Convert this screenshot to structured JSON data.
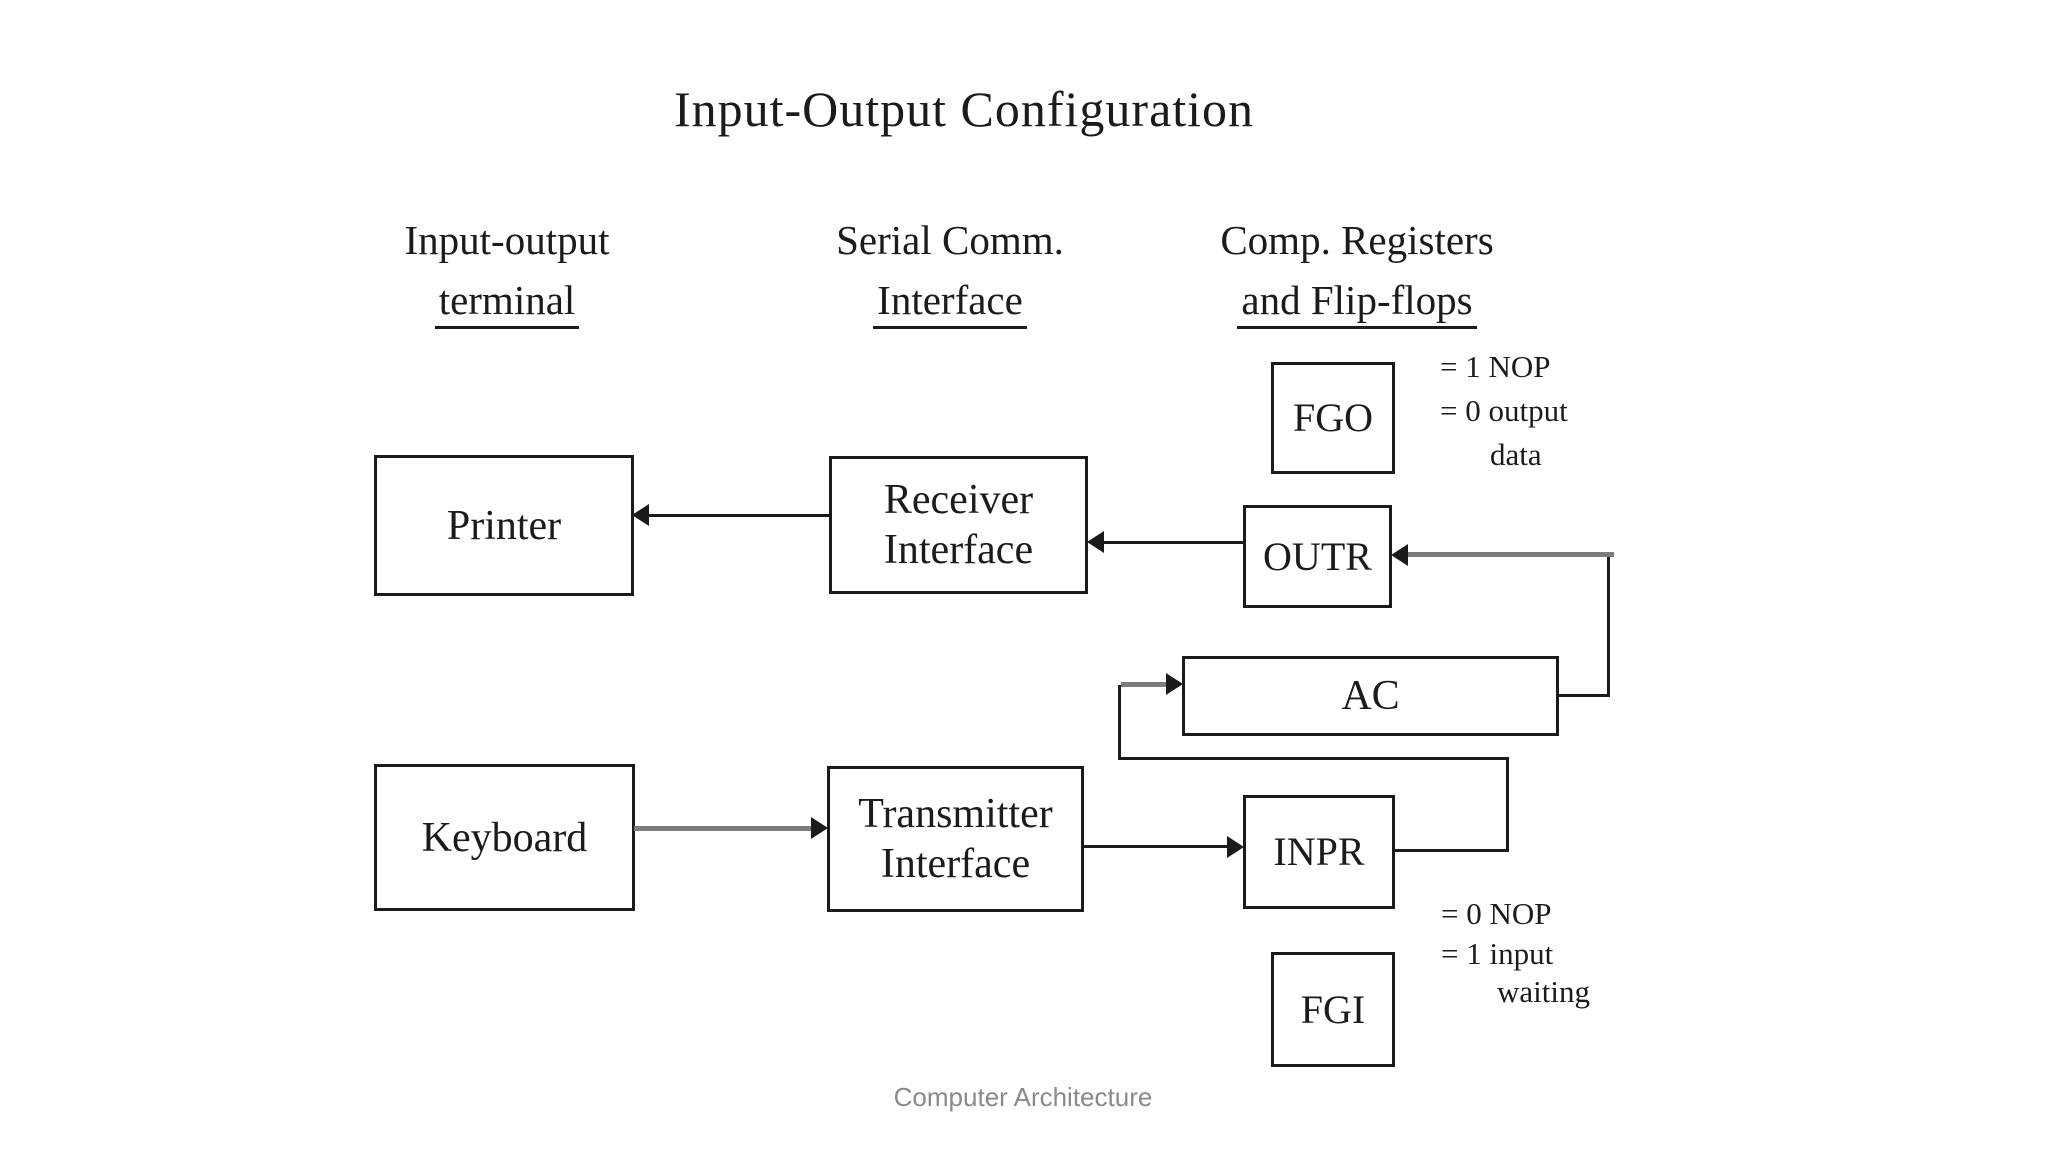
{
  "title": "Input-Output Configuration",
  "columns": [
    {
      "line1": "Input-output",
      "line2": "terminal"
    },
    {
      "line1": "Serial Comm.",
      "line2": "Interface"
    },
    {
      "line1": "Comp. Registers",
      "line2": "and Flip-flops"
    }
  ],
  "boxes": {
    "printer": "Printer",
    "receiver_line1": "Receiver",
    "receiver_line2": "Interface",
    "keyboard": "Keyboard",
    "transmitter_line1": "Transmitter",
    "transmitter_line2": "Interface",
    "fgo": "FGO",
    "outr": "OUTR",
    "ac": "AC",
    "inpr": "INPR",
    "fgi": "FGI"
  },
  "annotations": {
    "fgo_line1": "= 1 NOP",
    "fgo_line2": "= 0 output",
    "fgo_line3": "data",
    "fgi_line1": "= 0 NOP",
    "fgi_line2": "= 1 input",
    "fgi_line3": "waiting"
  },
  "footer": "Computer Architecture",
  "colors": {
    "line": "#1b1b1b",
    "gray_line": "#7c7c7c",
    "text": "#1b1b1b",
    "footer_text": "#8a8a8a",
    "background": "#ffffff"
  }
}
